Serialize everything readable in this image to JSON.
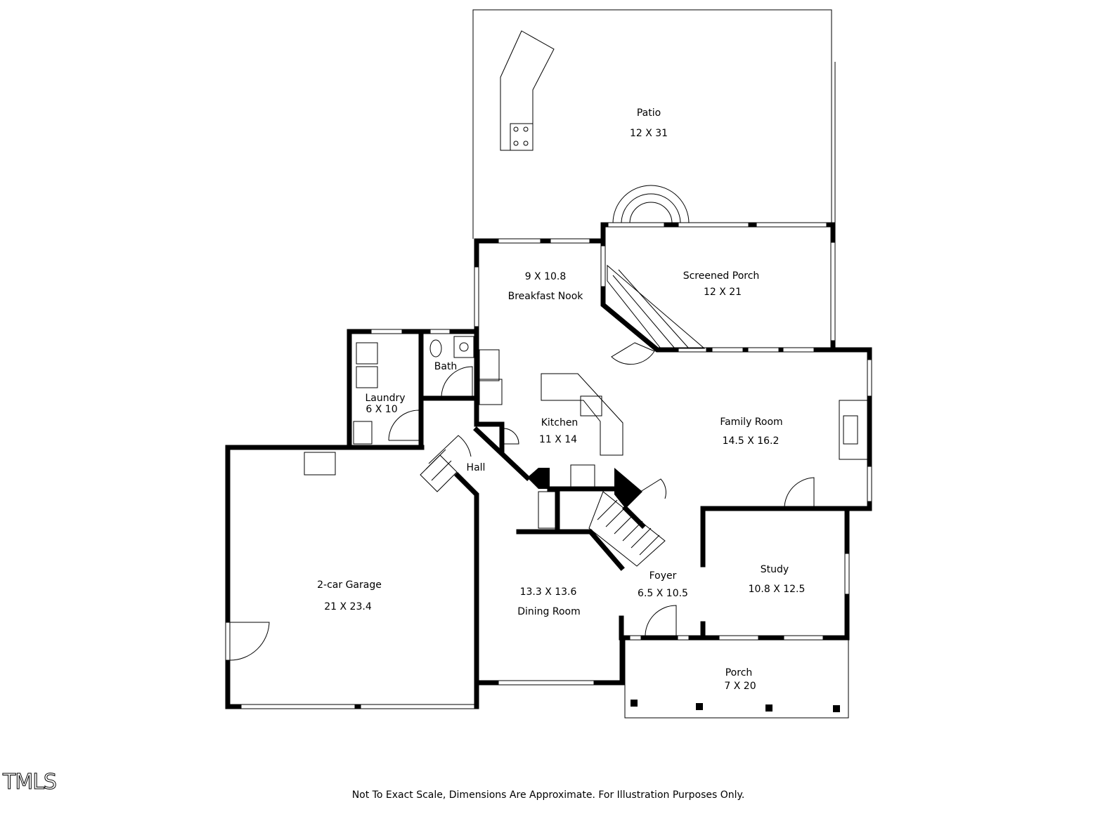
{
  "rooms": {
    "patio": {
      "name": "Patio",
      "dims": "12 X 31"
    },
    "screened_porch": {
      "name": "Screened Porch",
      "dims": "12 X 21"
    },
    "breakfast_nook": {
      "name": "Breakfast Nook",
      "dims": "9 X 10.8"
    },
    "bath": {
      "name": "Bath"
    },
    "laundry": {
      "name": "Laundry",
      "dims": "6 X 10"
    },
    "kitchen": {
      "name": "Kitchen",
      "dims": "11 X 14"
    },
    "family_room": {
      "name": "Family Room",
      "dims": "14.5 X 16.2"
    },
    "hall": {
      "name": "Hall"
    },
    "garage": {
      "name": "2-car Garage",
      "dims": "21 X 23.4"
    },
    "dining_room": {
      "name": "Dining Room",
      "dims": "13.3 X 13.6"
    },
    "foyer": {
      "name": "Foyer",
      "dims": "6.5 X 10.5"
    },
    "study": {
      "name": "Study",
      "dims": "10.8 X 12.5"
    },
    "porch": {
      "name": "Porch",
      "dims": "7 X 20"
    }
  },
  "footer": {
    "disclaimer": "Not To Exact Scale, Dimensions Are Approximate. For Illustration Purposes Only.",
    "logo": "TMLS"
  }
}
